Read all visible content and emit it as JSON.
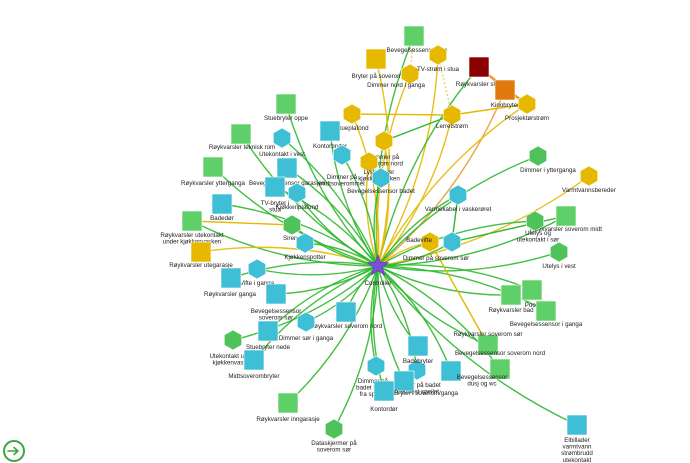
{
  "colors": {
    "edge_green": "#2eb82e",
    "edge_yellow": "#e6b800",
    "edge_orange": "#e89a2c",
    "edge_dotted": "#e6d27a",
    "square_green": "#5fcf6a",
    "square_cyan": "#3fbfd6",
    "square_red": "#8b0000",
    "square_orange": "#e07a0c",
    "square_yellow": "#e6b800",
    "hex_cyan": "#3fbfd6",
    "hex_yellow": "#e6b800",
    "hex_green": "#4fc25a",
    "star": "#7b4fd6",
    "nav": "#3aa640"
  },
  "hub": {
    "id": "controller",
    "label": "Controller"
  },
  "nodes": [
    {
      "id": "bev_ute",
      "label": "Bevegelsessensor ute",
      "shape": "square",
      "color": "green"
    },
    {
      "id": "bryter_sov_nord",
      "label": "Bryter på soverom nord",
      "shape": "square",
      "color": "yellow"
    },
    {
      "id": "dimmer_nord_ganga",
      "label": "Dimmer nord i ganga",
      "shape": "hexagon",
      "color": "yellow"
    },
    {
      "id": "tv_strom",
      "label": "TV-strøm i stua",
      "shape": "hexagon",
      "color": "yellow"
    },
    {
      "id": "roek_stua",
      "label": "Røykvarsler stua",
      "shape": "square",
      "color": "red"
    },
    {
      "id": "kinobryter",
      "label": "Kinobryter",
      "shape": "square",
      "color": "orange"
    },
    {
      "id": "prosjektor",
      "label": "Prosjektørstrøm",
      "shape": "hexagon",
      "color": "yellow"
    },
    {
      "id": "lerretstrom",
      "label": "Lerretstrøm",
      "shape": "hexagon",
      "color": "yellow"
    },
    {
      "id": "stuebryter_oppe",
      "label": "Stuebryter oppe",
      "shape": "square",
      "color": "green"
    },
    {
      "id": "stueplafond",
      "label": "Stueplafond",
      "shape": "hexagon",
      "color": "yellow"
    },
    {
      "id": "kontorbryter",
      "label": "Kontorbryter",
      "shape": "square",
      "color": "cyan"
    },
    {
      "id": "dimmer_sov_nord",
      "label": "Dimmer på soverom nord",
      "shape": "hexagon",
      "color": "yellow"
    },
    {
      "id": "lyslist",
      "label": "Lyslist over kjøkkenbenken",
      "shape": "hexagon",
      "color": "yellow"
    },
    {
      "id": "dimmer_midt",
      "label": "Dimmer på midtsoverommet",
      "shape": "hexagon",
      "color": "cyan"
    },
    {
      "id": "roek_teknisk",
      "label": "Røykvarsler teknisk rom",
      "shape": "square",
      "color": "green"
    },
    {
      "id": "utekontakt_vest",
      "label": "Utekontakt i vest",
      "shape": "hexagon",
      "color": "cyan"
    },
    {
      "id": "roek_ytterganga",
      "label": "Røykvarsler ytterganga",
      "shape": "square",
      "color": "green"
    },
    {
      "id": "bev_garasjen",
      "label": "Bevegelsessensor garasjen",
      "shape": "square",
      "color": "cyan"
    },
    {
      "id": "bev_badet",
      "label": "Bevegelsessensor badet",
      "shape": "hexagon",
      "color": "cyan"
    },
    {
      "id": "tv_bryter_stua",
      "label": "TV-bryter i stua",
      "shape": "square",
      "color": "cyan"
    },
    {
      "id": "kjokkenplafond",
      "label": "Kjøkkenplafond",
      "shape": "hexagon",
      "color": "cyan"
    },
    {
      "id": "badedor",
      "label": "Badedør",
      "shape": "square",
      "color": "cyan"
    },
    {
      "id": "dimmer_ytterganga",
      "label": "Dimmer i ytterganga",
      "shape": "hexagon",
      "color": "green"
    },
    {
      "id": "varmtvann",
      "label": "Varmtvannsbereder",
      "shape": "hexagon",
      "color": "yellow"
    },
    {
      "id": "varmekabel",
      "label": "Varmekabel i vaskerøret",
      "shape": "hexagon",
      "color": "cyan"
    },
    {
      "id": "roek_sov_midt",
      "label": "Røykvarsler soverom midt",
      "shape": "square",
      "color": "green"
    },
    {
      "id": "utelys_utekontakt_sor",
      "label": "Utelys og utekontakt i sør",
      "shape": "hexagon",
      "color": "green"
    },
    {
      "id": "utelys_vest",
      "label": "Utelys i vest",
      "shape": "hexagon",
      "color": "green"
    },
    {
      "id": "roek_utekontakt_kjokken",
      "label": "Røykvarsler utekontakt under kjøkkenvasken",
      "shape": "square",
      "color": "green"
    },
    {
      "id": "roek_utegarasje",
      "label": "Røykvarsler utegarasje",
      "shape": "square",
      "color": "yellow"
    },
    {
      "id": "sirene",
      "label": "Sirene",
      "shape": "hexagon",
      "color": "green"
    },
    {
      "id": "kjokkenspotter",
      "label": "Kjøkkenspotter",
      "shape": "hexagon",
      "color": "cyan"
    },
    {
      "id": "badevifte",
      "label": "Badevifte",
      "shape": "hexagon",
      "color": "yellow"
    },
    {
      "id": "dimmer_sov_sor",
      "label": "Dimmer på soverom sør",
      "shape": "hexagon",
      "color": "cyan"
    },
    {
      "id": "vifte_ganga",
      "label": "Vifte i ganga",
      "shape": "hexagon",
      "color": "cyan"
    },
    {
      "id": "roek_ganga",
      "label": "Røykvarsler ganga",
      "shape": "square",
      "color": "cyan"
    },
    {
      "id": "bev_sov_sor",
      "label": "Bevegelsessensor soverom sør",
      "shape": "square",
      "color": "cyan"
    },
    {
      "id": "roek_sov_nord",
      "label": "Røykvarsler soverom nord",
      "shape": "square",
      "color": "cyan"
    },
    {
      "id": "poop",
      "label": "Poop",
      "shape": "square",
      "color": "green"
    },
    {
      "id": "roek_bad",
      "label": "Røykvarsler bad",
      "shape": "square",
      "color": "green"
    },
    {
      "id": "bev_ganga",
      "label": "Bevegelsessensor i ganga",
      "shape": "square",
      "color": "green"
    },
    {
      "id": "roek_sov_sor",
      "label": "Røykvarsler soverom sør",
      "shape": "square",
      "color": "green"
    },
    {
      "id": "dimmer_sor_ganga",
      "label": "Dimmer sør i ganga",
      "shape": "hexagon",
      "color": "cyan"
    },
    {
      "id": "stuebryter_nede",
      "label": "Stuebryter nede",
      "shape": "square",
      "color": "cyan"
    },
    {
      "id": "utekontakt_kjokken",
      "label": "Utekontakt under kjøkkenvasken",
      "shape": "hexagon",
      "color": "green"
    },
    {
      "id": "midtsov_bryter",
      "label": "Midtsoverombryter",
      "shape": "square",
      "color": "cyan"
    },
    {
      "id": "bev_sov_nord",
      "label": "Bevegelsessensor soverom nord",
      "shape": "square",
      "color": "green"
    },
    {
      "id": "dimmer_badet_lengst",
      "label": "Dimmer på badet lengst fra speilet",
      "shape": "hexagon",
      "color": "cyan"
    },
    {
      "id": "dimmer_badet_speilet",
      "label": "Dimmer på badet nærmest speilet",
      "shape": "hexagon",
      "color": "cyan"
    },
    {
      "id": "badebryter",
      "label": "Badebryter",
      "shape": "square",
      "color": "cyan"
    },
    {
      "id": "bev_dusj",
      "label": "Bevegelsessensor dusj og wc",
      "shape": "square",
      "color": "cyan"
    },
    {
      "id": "bryter_sov_sor_ganga",
      "label": "Bryter i soverom/ganga",
      "shape": "square",
      "color": "cyan"
    },
    {
      "id": "roek_inngarasje",
      "label": "Røykvarsler inngarasje",
      "shape": "square",
      "color": "green"
    },
    {
      "id": "kontordor",
      "label": "Kontordør",
      "shape": "square",
      "color": "cyan"
    },
    {
      "id": "dataskjermer",
      "label": "Dataskjermer på soverom sør",
      "shape": "hexagon",
      "color": "green"
    },
    {
      "id": "elbillader",
      "label": "Elbillader varmtvann strømbrudd utekontakt",
      "shape": "square",
      "color": "cyan"
    }
  ],
  "nav": {
    "icon": "arrow-right-icon"
  }
}
